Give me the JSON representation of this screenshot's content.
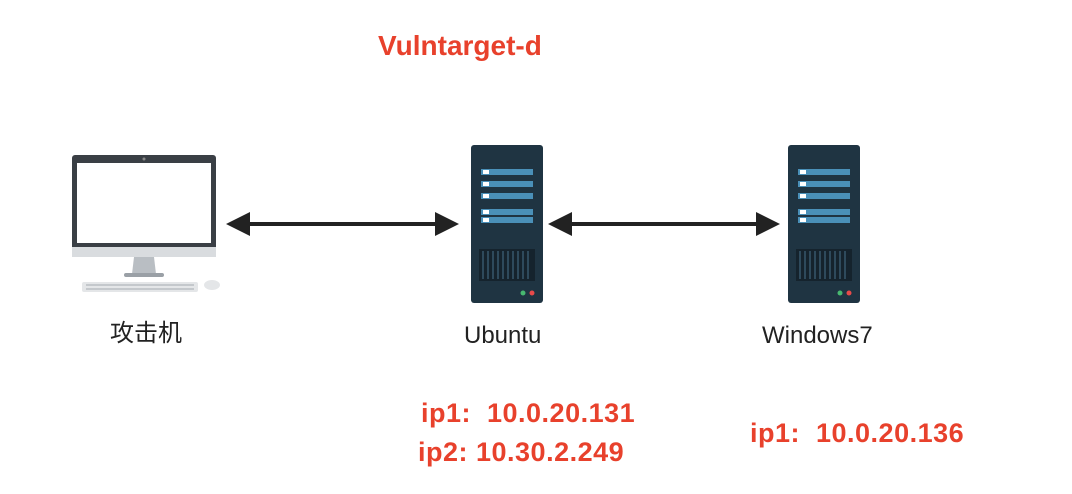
{
  "title": "Vulntarget-d",
  "nodes": {
    "attacker": {
      "label": "攻击机",
      "icon": "desktop-computer-icon"
    },
    "ubuntu": {
      "label": "Ubuntu",
      "icon": "server-icon",
      "ip1": "ip1:  10.0.20.131",
      "ip2": "ip2: 10.30.2.249"
    },
    "windows7": {
      "label": "Windows7",
      "icon": "server-icon",
      "ip1": "ip1:  10.0.20.136"
    }
  },
  "links": [
    {
      "from": "attacker",
      "to": "ubuntu",
      "style": "bidirectional-arrow"
    },
    {
      "from": "ubuntu",
      "to": "windows7",
      "style": "bidirectional-arrow"
    }
  ],
  "colors": {
    "accent": "#e8412c",
    "server_body": "#1f3442",
    "server_slot": "#4a90b8",
    "monitor_frame": "#3a3f45",
    "arrow": "#222222"
  }
}
